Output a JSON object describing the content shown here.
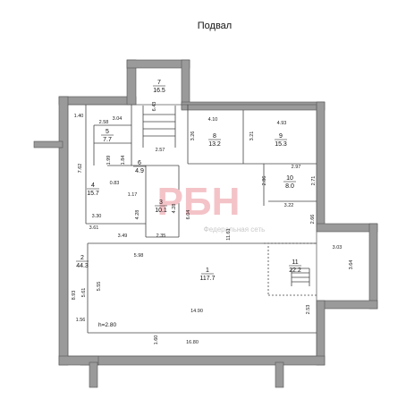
{
  "title": "Подвал",
  "watermark": {
    "logo": "РБН",
    "caption": "Федеральная сеть"
  },
  "rooms": [
    {
      "num": "1",
      "area": "117.7"
    },
    {
      "num": "2",
      "area": "44.3"
    },
    {
      "num": "3",
      "area": "10.1"
    },
    {
      "num": "4",
      "area": "15.7"
    },
    {
      "num": "5",
      "area": "7.7"
    },
    {
      "num": "6",
      "area": "4.9"
    },
    {
      "num": "7",
      "area": "16.5"
    },
    {
      "num": "8",
      "area": "13.2"
    },
    {
      "num": "9",
      "area": "15.3"
    },
    {
      "num": "10",
      "area": "8.0"
    },
    {
      "num": "11",
      "area": "22.2"
    }
  ],
  "dimensions": [
    "1.40",
    "2.58",
    "3.04",
    "6.43",
    "4.10",
    "4.93",
    "3.26",
    "3.21",
    "1.99",
    "1.84",
    "2.57",
    "2.97",
    "7.62",
    "0.83",
    "2.86",
    "2.71",
    "1.17",
    "4.28",
    "6.04",
    "4.28",
    "3.22",
    "3.30",
    "3.61",
    "2.66",
    "3.49",
    "2.35",
    "11.61",
    "3.03",
    "5.98",
    "3.64",
    "5.55",
    "5.61",
    "8.93",
    "2.53",
    "14.90",
    "1.56",
    "1.60",
    "16.80"
  ],
  "ceiling_height": "h=2.80"
}
